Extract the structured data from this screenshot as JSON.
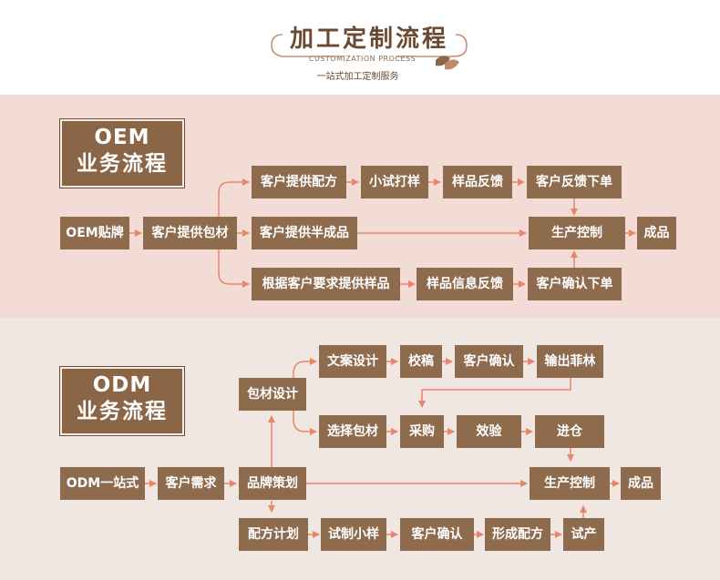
{
  "header": {
    "title": "加工定制流程",
    "subtitle": "CUSTOMIZATION PROCESS",
    "tagline": "一站式加工定制服务"
  },
  "oem": {
    "title_en": "OEM",
    "title_cn": "业务流程",
    "start": "OEM贴牌",
    "client_materials": "客户提供包材",
    "top_row": [
      "客户提供配方",
      "小试打样",
      "样品反馈",
      "客户反馈下单"
    ],
    "middle": "客户提供半成品",
    "bottom_row": [
      "根据客户要求提供样品",
      "样品信息反馈",
      "客户确认下单"
    ],
    "production": "生产控制",
    "finished": "成品"
  },
  "odm": {
    "title_en": "ODM",
    "title_cn": "业务流程",
    "start": "ODM一站式",
    "needs": "客户需求",
    "brand": "品牌策划",
    "packaging_design": "包材设计",
    "top_row": [
      "文案设计",
      "校稿",
      "客户确认",
      "输出菲林"
    ],
    "mid_row": [
      "选择包材",
      "采购",
      "效验",
      "进仓"
    ],
    "bottom_row": [
      "配方计划",
      "试制小样",
      "客户确认",
      "形成配方",
      "试产"
    ],
    "production": "生产控制",
    "finished": "成品"
  },
  "colors": {
    "box": "#8f6b4d",
    "arrow": "#e8856a",
    "oem_band": "#f2dcd5",
    "odm_band": "#f0e6e2",
    "title_text": "#6b4a31"
  }
}
